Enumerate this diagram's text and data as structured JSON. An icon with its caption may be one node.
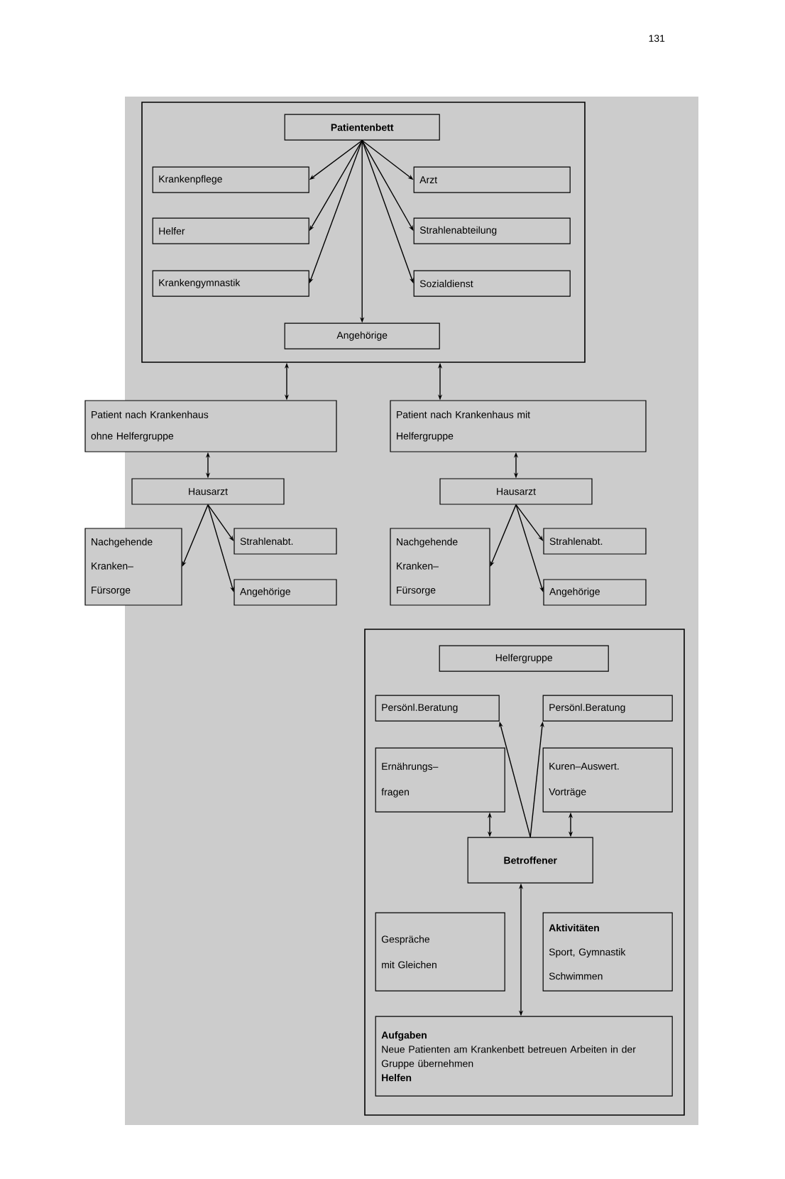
{
  "diagram": {
    "nodes": [
      {
        "text": [],
        "shape": "box"
      },
      {
        "text": [
          "Patientenbett"
        ],
        "in": 0
      },
      {
        "text": [
          "Krankenpflege"
        ],
        "in": 0
      },
      {
        "text": [
          "Arzt"
        ],
        "in": 0
      },
      {
        "text": [
          "Helfer"
        ],
        "in": 0
      },
      {
        "text": [
          "Strahlenabteilung"
        ],
        "in": 0
      },
      {
        "text": [
          "Krankengymnastik"
        ],
        "in": 0
      },
      {
        "text": [
          "Sozialdienst"
        ],
        "in": 0
      },
      {
        "text": [
          "Angehörige"
        ],
        "in": 0
      },
      {
        "text": [
          "Patient nach Krankenhaus ohne Helfergruppe"
        ]
      },
      {
        "text": [
          "Patient nach Krankenhaus mit Helfergruppe"
        ]
      },
      {
        "text": [
          "Hausarzt"
        ]
      },
      {
        "text": [
          "Nachgehende Kranken– Fürsorge"
        ]
      },
      {
        "text": [
          "Strahlenabt."
        ]
      },
      {
        "text": [
          "Angehörige"
        ]
      },
      {
        "text": [
          "Hausarzt"
        ]
      },
      {
        "text": [
          "Nachgehende Kranken– Fürsorge"
        ]
      },
      {
        "text": [
          "Strahlenabt."
        ]
      },
      {
        "text": [
          "Angehörige"
        ]
      },
      {
        "text": [],
        "shape": "box"
      },
      {
        "text": [
          "Helfergruppe"
        ],
        "in": 19
      },
      {
        "text": [
          "Persönl.Beratung"
        ],
        "in": 19
      },
      {
        "text": [
          "Persönl.Beratung"
        ],
        "in": 19
      },
      {
        "text": [
          "Ernährungs– fragen"
        ],
        "in": 19
      },
      {
        "text": [
          "Kuren–Auswert. Vorträge"
        ],
        "in": 19
      },
      {
        "text": [
          "Betroffener"
        ],
        "in": 19
      },
      {
        "text": [
          "Gespräche mit Gleichen"
        ],
        "in": 19
      },
      {
        "text": [
          "Aktivitäten",
          "Sport, Gymnastik Schwimmen"
        ],
        "in": 19
      },
      {
        "text": [
          "Aufgaben",
          "Neue Patienten am Krankenbett betreuen Arbeiten in der Gruppe übernehmen",
          "Helfen"
        ],
        "in": 19
      }
    ],
    "edges": [
      {
        "from": 1,
        "to": 2,
        "arrow": "to"
      },
      {
        "from": 1,
        "to": 3,
        "arrow": "to"
      },
      {
        "from": 1,
        "to": 4,
        "arrow": "to"
      },
      {
        "from": 1,
        "to": 5,
        "arrow": "to"
      },
      {
        "from": 1,
        "to": 6,
        "arrow": "to"
      },
      {
        "from": 1,
        "to": 7,
        "arrow": "to"
      },
      {
        "from": 1,
        "to": 8,
        "arrow": "to"
      },
      {
        "from": 0,
        "to": 9,
        "arrow": "both"
      },
      {
        "from": 0,
        "to": 10,
        "arrow": "both"
      },
      {
        "from": 9,
        "to": 11,
        "arrow": "both"
      },
      {
        "from": 11,
        "to": 12,
        "arrow": "to"
      },
      {
        "from": 11,
        "to": 13,
        "arrow": "to"
      },
      {
        "from": 11,
        "to": 14,
        "arrow": "to"
      },
      {
        "from": 10,
        "to": 15,
        "arrow": "both"
      },
      {
        "from": 15,
        "to": 16,
        "arrow": "to"
      },
      {
        "from": 15,
        "to": 17,
        "arrow": "to"
      },
      {
        "from": 15,
        "to": 18,
        "arrow": "to"
      },
      {
        "from": 25,
        "to": 21,
        "arrow": "to"
      },
      {
        "from": 25,
        "to": 22,
        "arrow": "to"
      },
      {
        "from": 23,
        "to": 25,
        "arrow": "both"
      },
      {
        "from": 24,
        "to": 25,
        "arrow": "both"
      },
      {
        "from": 25,
        "to": 28,
        "arrow": "both"
      }
    ],
    "labels": [
      "131"
    ]
  }
}
